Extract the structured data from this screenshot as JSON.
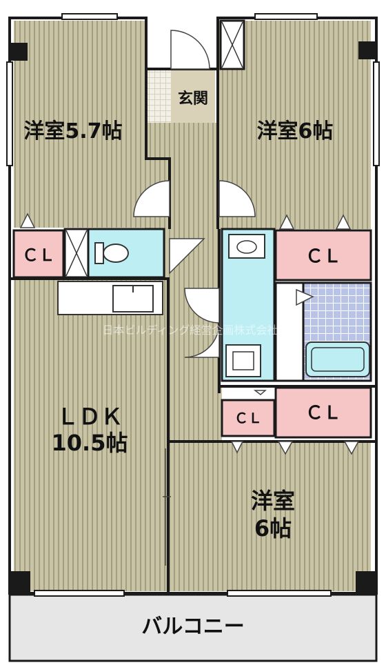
{
  "rooms": {
    "western_room_upper_left": "洋室5.7帖",
    "western_room_upper_right": "洋室6帖",
    "entrance": "玄関",
    "ldk_line1": "ＬＤＫ",
    "ldk_line2": "10.5帖",
    "western_room_lower_line1": "洋室",
    "western_room_lower_line2": "6帖",
    "balcony": "バルコニー"
  },
  "closets": {
    "left": "ＣＬ",
    "right_upper": "ＣＬ",
    "small": "ＣＬ",
    "right_lower": "ＣＬ"
  },
  "watermark": "日本ビルディング経営企画株式会社",
  "colors": {
    "floor": "#c9c4a6",
    "floor_stripe": "#a39e80",
    "wall": "#1a1a1a",
    "closet": "#f6c6c6",
    "wet_area": "#bdeef4",
    "bath_tile": "#b9c3e6",
    "balcony": "#e6e6e6",
    "entrance_floor": "#d9d2b8"
  }
}
